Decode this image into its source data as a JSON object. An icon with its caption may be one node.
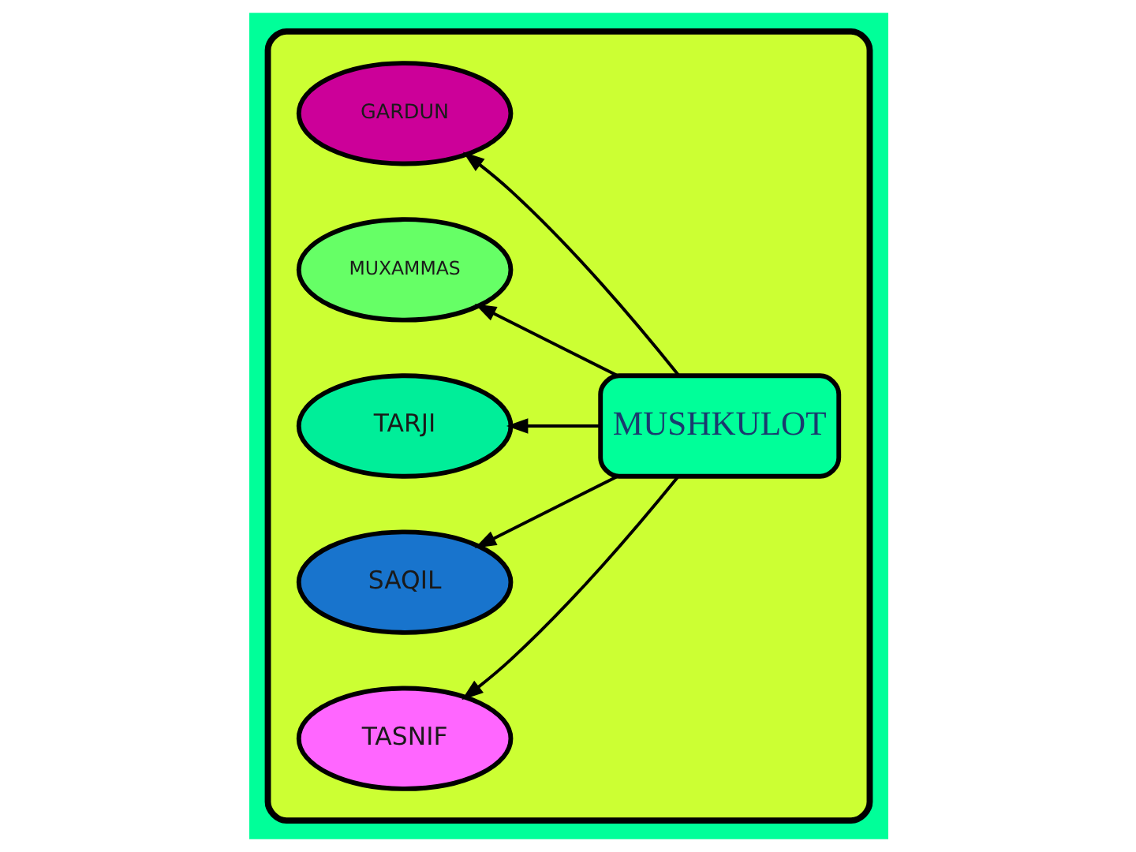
{
  "diagram": {
    "nodes": [
      {
        "text": [],
        "shape": "box"
      },
      {
        "text": [
          "TASNIF"
        ],
        "in": 0
      },
      {
        "text": [
          "SAQIL"
        ],
        "in": 0
      },
      {
        "text": [
          "TARJI"
        ],
        "in": 0
      },
      {
        "text": [
          "MUXAMMAS"
        ],
        "in": 0
      },
      {
        "text": [
          "GARDUN"
        ],
        "in": 0
      },
      {
        "text": [
          "MUSHKULOT"
        ],
        "in": 0
      }
    ],
    "edges": [
      {
        "from": 6,
        "to": 1,
        "arrow": "to"
      },
      {
        "from": 6,
        "to": 2,
        "arrow": "to"
      },
      {
        "from": 6,
        "to": 4,
        "arrow": "to"
      },
      {
        "from": 6,
        "to": 3,
        "arrow": "to"
      },
      {
        "from": 6,
        "to": 5,
        "arrow": "to"
      }
    ]
  }
}
